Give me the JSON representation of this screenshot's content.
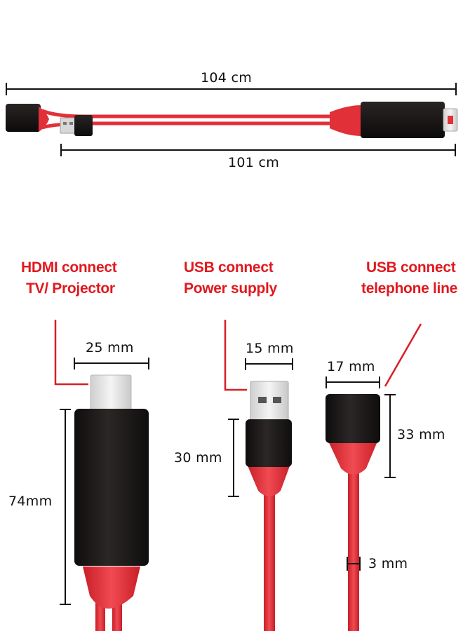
{
  "dimensions": {
    "total_length": "104 cm",
    "cable_length": "101 cm",
    "hdmi_width": "25 mm",
    "hdmi_height": "74mm",
    "usb_power_width": "15 mm",
    "usb_power_height": "30 mm",
    "usb_female_width": "17 mm",
    "usb_female_height": "33 mm",
    "cable_diameter": "3 mm"
  },
  "callouts": {
    "hdmi": {
      "line1": "HDMI connect",
      "line2": "TV/ Projector"
    },
    "usb_power": {
      "line1": "USB connect",
      "line2": "Power supply"
    },
    "usb_phone": {
      "line1": "USB connect",
      "line2": "telephone line"
    }
  },
  "colors": {
    "cable_red": "#e8313a",
    "plug_black": "#1e1a1a",
    "metal_silver": "#e4e4e4",
    "callout_red": "#e0191f",
    "dimension_line": "#111111"
  }
}
